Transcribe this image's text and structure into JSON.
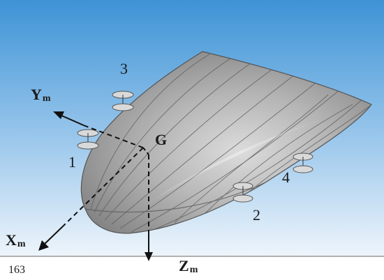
{
  "axes": {
    "y": {
      "main": "Y",
      "sub": "m"
    },
    "x": {
      "main": "X",
      "sub": "m"
    },
    "z": {
      "main": "Z",
      "sub": "m"
    }
  },
  "origin_label": "G",
  "rotor_labels": [
    "1",
    "2",
    "3",
    "4"
  ],
  "page_number": "163",
  "colors": {
    "sky_top": "#3d93d6",
    "sky_bottom": "#e7f1fa",
    "hull": "#a8a8a8",
    "hull_dark": "#6e6e6e",
    "axis": "#111111"
  }
}
